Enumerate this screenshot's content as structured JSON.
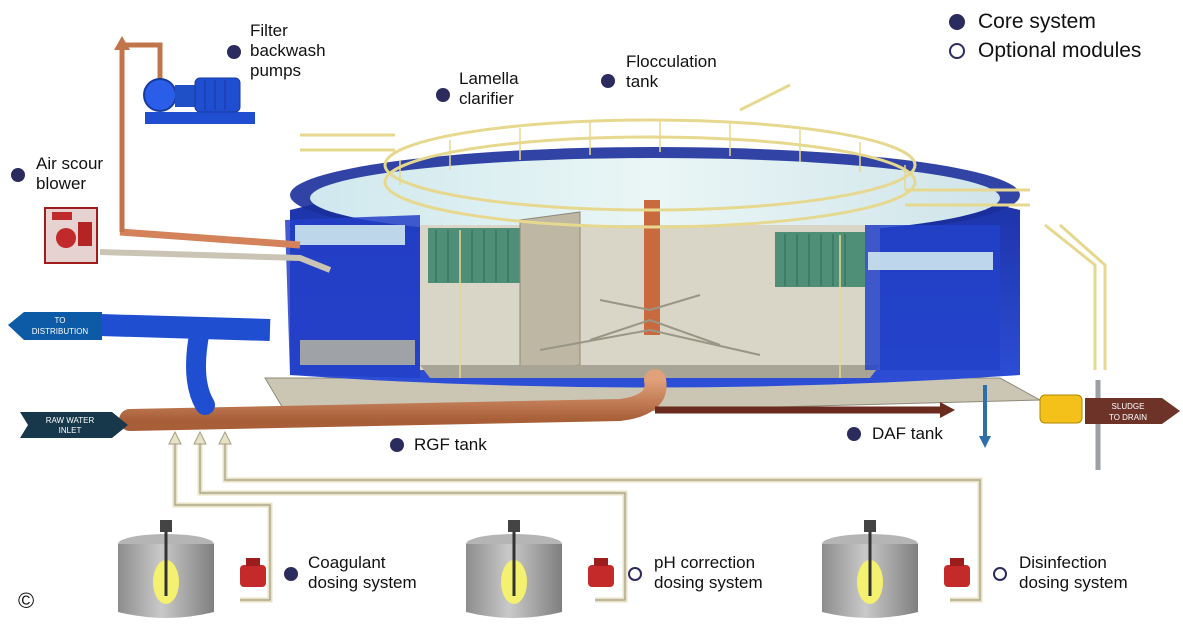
{
  "legend": {
    "core": "Core system",
    "optional": "Optional modules"
  },
  "labels": {
    "filter_backwash_pumps": "Filter\nbackwash\npumps",
    "air_scour_blower": "Air scour\nblower",
    "lamella_clarifier": "Lamella\nclarifier",
    "flocculation_tank": "Flocculation\ntank",
    "rgf_tank": "RGF tank",
    "daf_tank": "DAF tank",
    "coagulant": "Coagulant\ndosing system",
    "ph_correction": "pH correction\ndosing system",
    "disinfection": "Disinfection\ndosing system"
  },
  "arrows": {
    "to_distribution": [
      "TO",
      "DISTRIBUTION"
    ],
    "raw_water": [
      "RAW WATER",
      "INLET"
    ],
    "sludge": [
      "SLUDGE",
      "TO DRAIN"
    ]
  },
  "copyright": "©",
  "colors": {
    "core_dot": "#2b2b5e",
    "tank_blue": "#1f3fb8",
    "pipe_copper": "#c97a50",
    "railing": "#e8dc9a",
    "pump_blue": "#1f4fd0",
    "dosing_tank": "#9c9c9c"
  }
}
